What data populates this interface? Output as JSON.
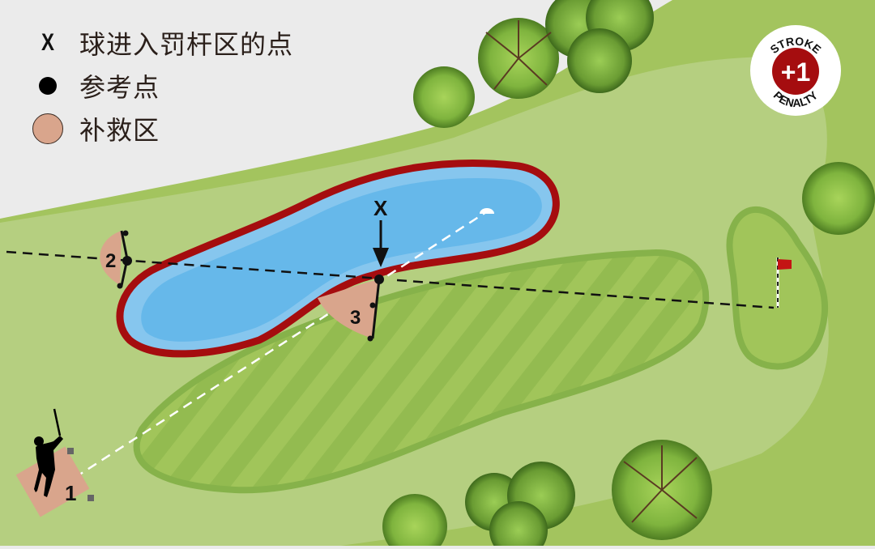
{
  "legend": {
    "items": [
      {
        "symbol": "X",
        "label": "球进入罚杆区的点"
      },
      {
        "symbol": "dot",
        "label": "参考点"
      },
      {
        "symbol": "zone",
        "label": "补救区"
      }
    ]
  },
  "badge": {
    "top_text": "STROKE",
    "value": "+1",
    "bottom_text": "PENALTY"
  },
  "diagram": {
    "entry_marker": "X",
    "relief_zones": [
      {
        "number": "1"
      },
      {
        "number": "2"
      },
      {
        "number": "3"
      }
    ]
  },
  "colors": {
    "background": "#ebebeb",
    "rough": "#b5cf80",
    "outer_rough": "#a3c45e",
    "fairway_light": "#a1c55a",
    "fairway_dark": "#8eb54c",
    "fairway_edge": "#86b24a",
    "water": "#66b8ea",
    "water_edge": "#86c6ee",
    "hazard_red": "#a50d0f",
    "relief_zone": "#d9a58c",
    "flag": "#c41414"
  }
}
